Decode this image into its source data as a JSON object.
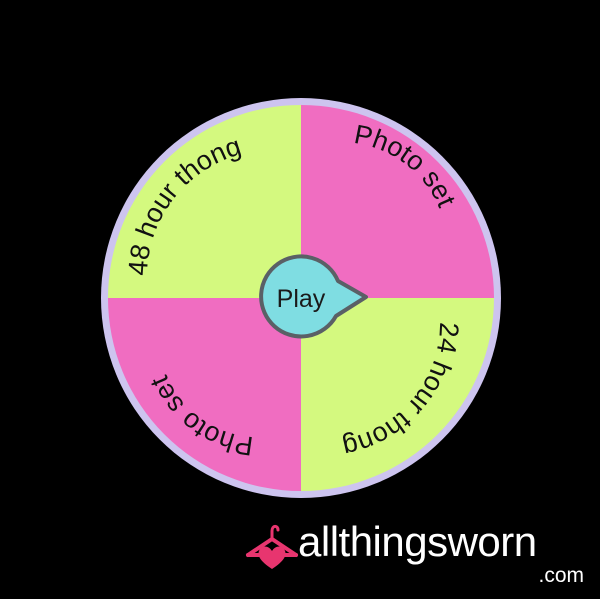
{
  "wheel": {
    "segments": [
      {
        "label": "Photo set",
        "color": "#f06dc1"
      },
      {
        "label": "24 hour thong",
        "color": "#d4f97f"
      },
      {
        "label": "Photo set",
        "color": "#f06dc1"
      },
      {
        "label": "48 hour thong",
        "color": "#d4f97f"
      }
    ],
    "rim_color": "#cdc4ef",
    "pointer": {
      "label": "Play",
      "color": "#7fdde2",
      "stroke_color": "#5a6066"
    }
  },
  "watermark": {
    "name": "allthingsworn",
    "tld": ".com",
    "icon": "hanger-heart-icon",
    "icon_color": "#e8356f"
  }
}
